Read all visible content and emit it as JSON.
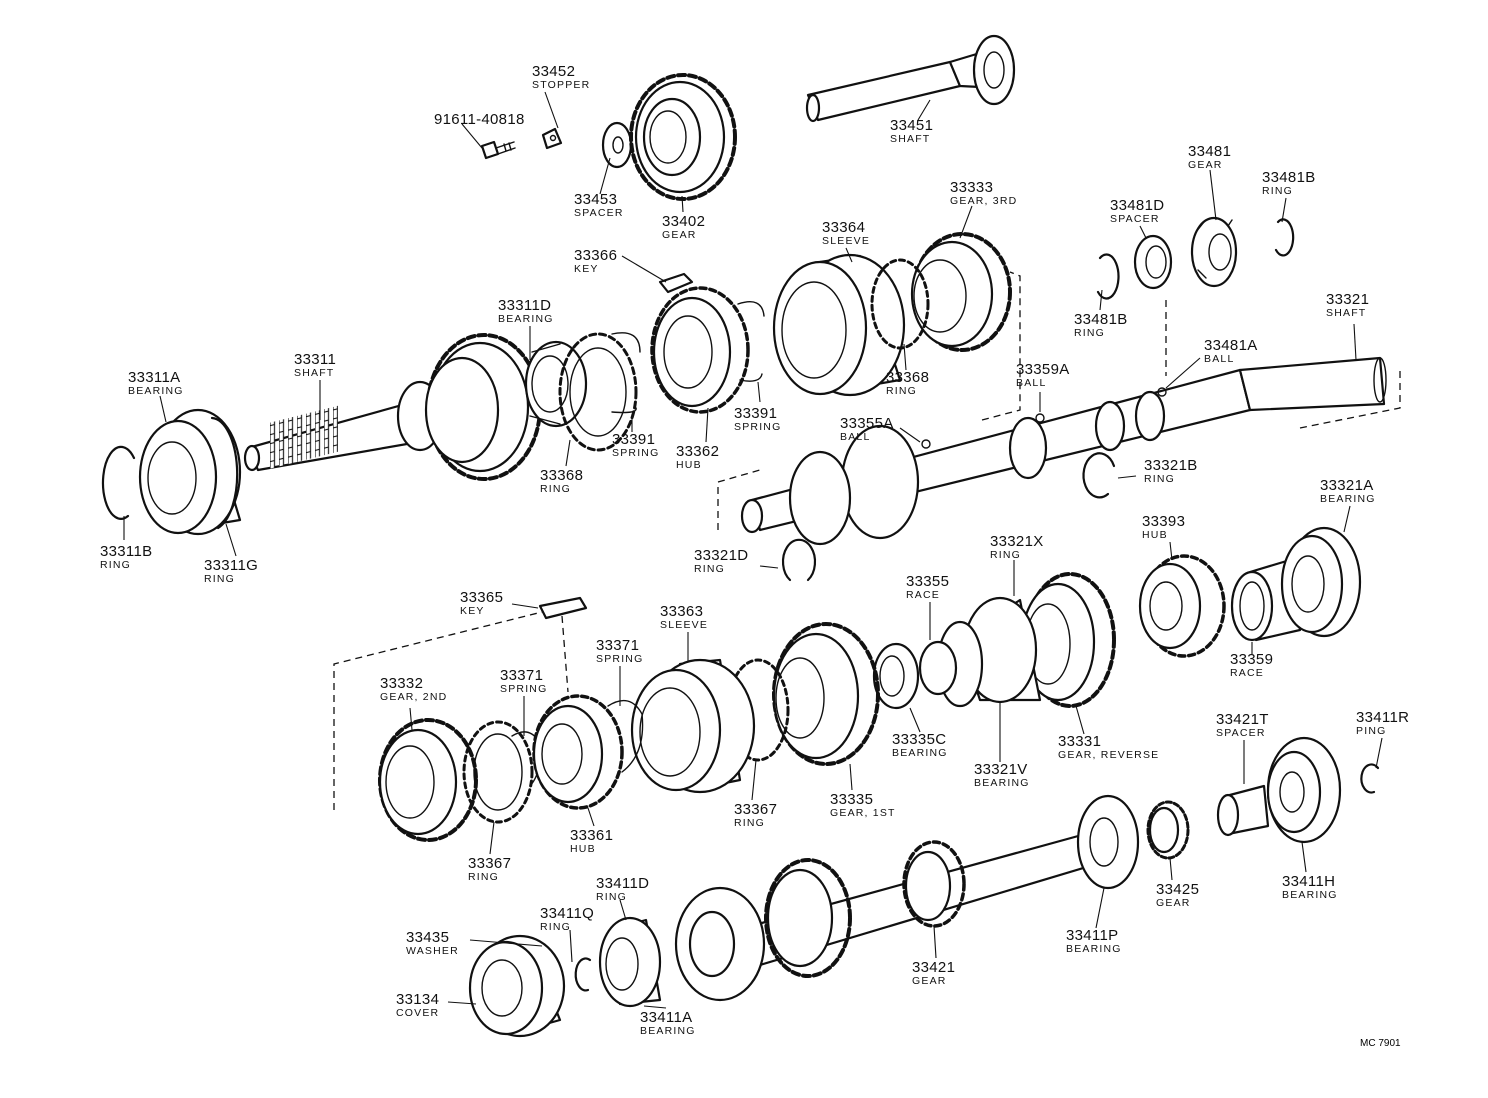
{
  "diagram_code": "MC 7901",
  "labels": [
    {
      "number": "33452",
      "name": "STOPPER"
    },
    {
      "number": "91611-40818",
      "name": ""
    },
    {
      "number": "33453",
      "name": "SPACER"
    },
    {
      "number": "33402",
      "name": "GEAR"
    },
    {
      "number": "33451",
      "name": "SHAFT"
    },
    {
      "number": "33481",
      "name": "GEAR"
    },
    {
      "number": "33481B",
      "name": "RING"
    },
    {
      "number": "33481D",
      "name": "SPACER"
    },
    {
      "number": "33333",
      "name": "GEAR, 3RD"
    },
    {
      "number": "33364",
      "name": "SLEEVE"
    },
    {
      "number": "33366",
      "name": "KEY"
    },
    {
      "number": "33311D",
      "name": "BEARING"
    },
    {
      "number": "33311",
      "name": "SHAFT"
    },
    {
      "number": "33311A",
      "name": "BEARING"
    },
    {
      "number": "33311B",
      "name": "RING"
    },
    {
      "number": "33311G",
      "name": "RING"
    },
    {
      "number": "33368",
      "name": "RING"
    },
    {
      "number": "33391",
      "name": "SPRING"
    },
    {
      "number": "33362",
      "name": "HUB"
    },
    {
      "number": "33391",
      "name": "SPRING"
    },
    {
      "number": "33368",
      "name": "RING"
    },
    {
      "number": "33359A",
      "name": "BALL"
    },
    {
      "number": "33355A",
      "name": "BALL"
    },
    {
      "number": "33481B",
      "name": "RING"
    },
    {
      "number": "33481A",
      "name": "BALL"
    },
    {
      "number": "33321",
      "name": "SHAFT"
    },
    {
      "number": "33321B",
      "name": "RING"
    },
    {
      "number": "33321A",
      "name": "BEARING"
    },
    {
      "number": "33321D",
      "name": "RING"
    },
    {
      "number": "33393",
      "name": "HUB"
    },
    {
      "number": "33321X",
      "name": "RING"
    },
    {
      "number": "33355",
      "name": "RACE"
    },
    {
      "number": "33365",
      "name": "KEY"
    },
    {
      "number": "33363",
      "name": "SLEEVE"
    },
    {
      "number": "33371",
      "name": "SPRING"
    },
    {
      "number": "33371",
      "name": "SPRING"
    },
    {
      "number": "33332",
      "name": "GEAR, 2ND"
    },
    {
      "number": "33359",
      "name": "RACE"
    },
    {
      "number": "33335C",
      "name": "BEARING"
    },
    {
      "number": "33331",
      "name": "GEAR, REVERSE"
    },
    {
      "number": "33321V",
      "name": "BEARING"
    },
    {
      "number": "33421T",
      "name": "SPACER"
    },
    {
      "number": "33411R",
      "name": "PING"
    },
    {
      "number": "33367",
      "name": "RING"
    },
    {
      "number": "33335",
      "name": "GEAR, 1ST"
    },
    {
      "number": "33361",
      "name": "HUB"
    },
    {
      "number": "33367",
      "name": "RING"
    },
    {
      "number": "33425",
      "name": "GEAR"
    },
    {
      "number": "33411H",
      "name": "BEARING"
    },
    {
      "number": "33411D",
      "name": "RING"
    },
    {
      "number": "33411Q",
      "name": "RING"
    },
    {
      "number": "33435",
      "name": "WASHER"
    },
    {
      "number": "33411P",
      "name": "BEARING"
    },
    {
      "number": "33421",
      "name": "GEAR"
    },
    {
      "number": "33134",
      "name": "COVER"
    },
    {
      "number": "33411A",
      "name": "BEARING"
    }
  ]
}
